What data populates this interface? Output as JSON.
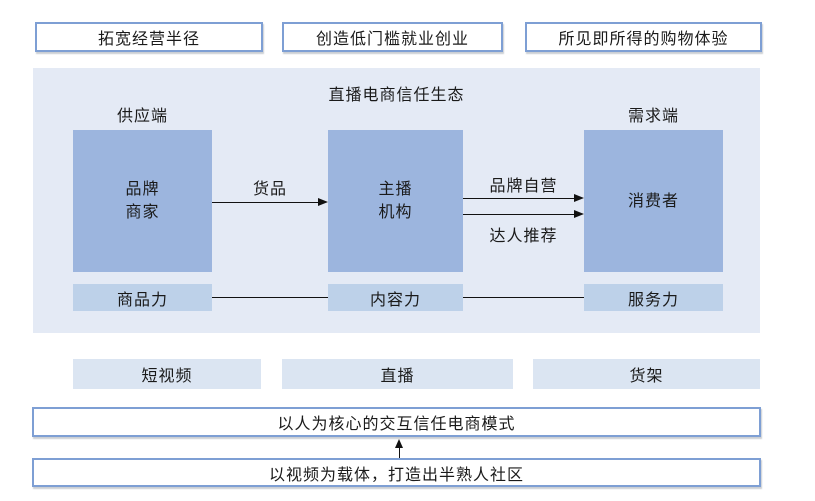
{
  "colors": {
    "panel_bg": "#e4eaf5",
    "entity_node_bg": "#9cb5de",
    "capability_bg": "#bdd1e9",
    "channel_bg": "#dbe5f2",
    "outline_box_border": "#7e9fd4",
    "arrow": "#111111",
    "text": "#1a1a1a"
  },
  "top_benefits": [
    {
      "label": "拓宽经营半径"
    },
    {
      "label": "创造低门槛就业创业"
    },
    {
      "label": "所见即所得的购物体验"
    }
  ],
  "ecosystem": {
    "title": "直播电商信任生态",
    "supply_side_label": "供应端",
    "demand_side_label": "需求端",
    "nodes": [
      {
        "id": "brand-merchant",
        "lines": [
          "品牌",
          "商家"
        ]
      },
      {
        "id": "anchor-agency",
        "lines": [
          "主播",
          "机构"
        ]
      },
      {
        "id": "consumer",
        "lines": [
          "消费者"
        ]
      }
    ],
    "flows": [
      {
        "id": "goods",
        "label": "货品"
      },
      {
        "id": "brand-self-operated",
        "label": "品牌自营"
      },
      {
        "id": "influencer-recommendation",
        "label": "达人推荐"
      }
    ],
    "capabilities": [
      {
        "label": "商品力"
      },
      {
        "label": "内容力"
      },
      {
        "label": "服务力"
      }
    ]
  },
  "channels": [
    {
      "label": "短视频"
    },
    {
      "label": "直播"
    },
    {
      "label": "货架"
    }
  ],
  "model_statement": "以人为核心的交互信任电商模式",
  "community_statement": "以视频为载体，打造出半熟人社区"
}
